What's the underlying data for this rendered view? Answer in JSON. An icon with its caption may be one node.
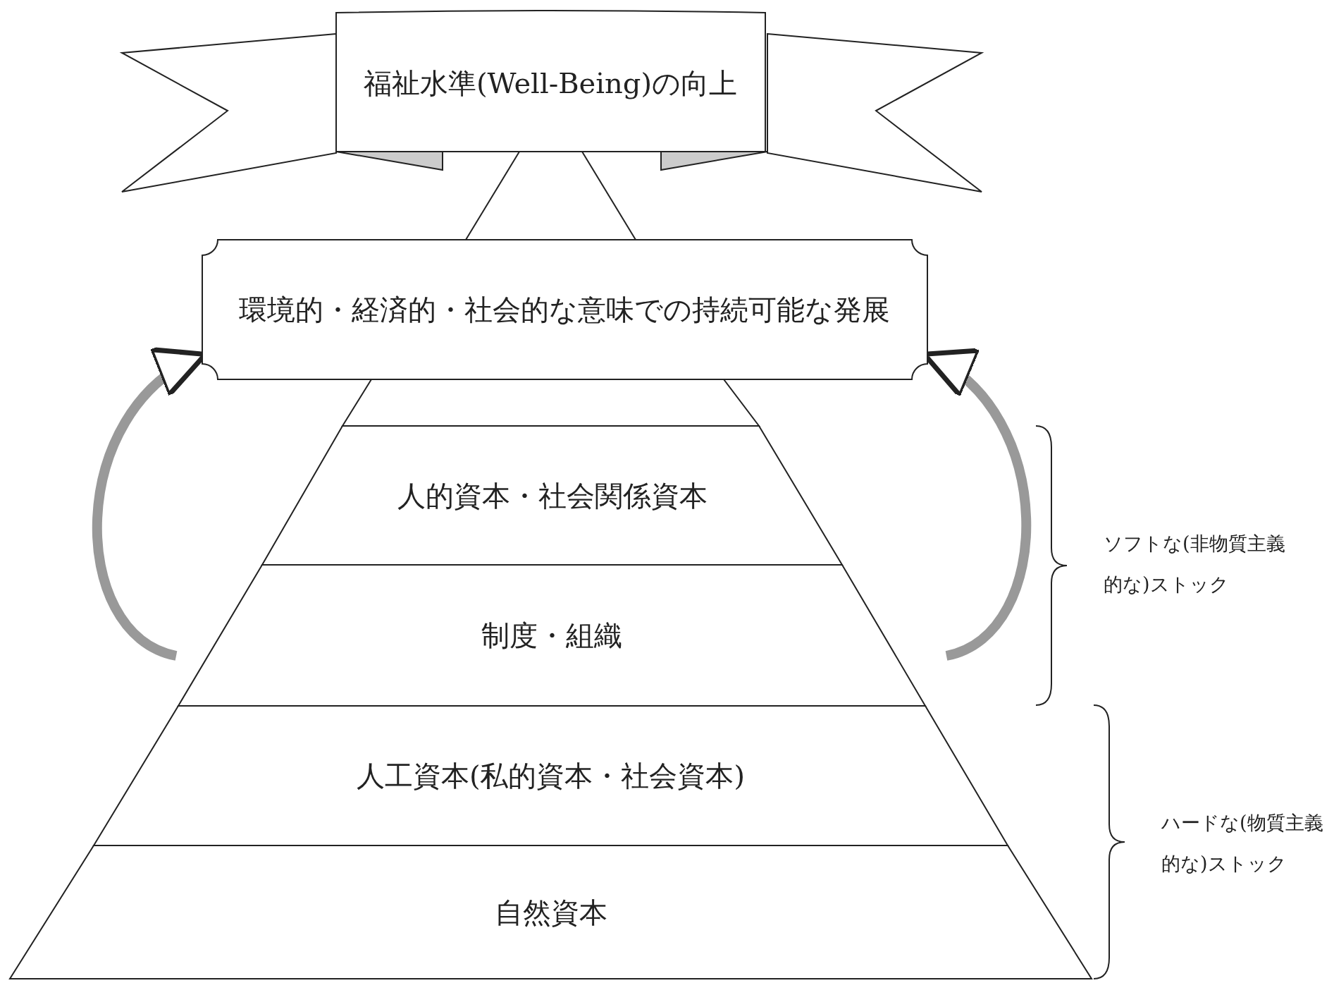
{
  "diagram": {
    "nodes": [
      {
        "text": [
          "福祉水準(Well-Being)の向上"
        ]
      },
      {
        "text": [
          "環境的・経済的・社会的な意味での持続可能な発展"
        ]
      },
      {
        "text": [],
        "shape": "bar"
      },
      {
        "text": [
          "人的資本・社会関係資本"
        ]
      },
      {
        "text": [
          "制度・組織"
        ]
      },
      {
        "text": [
          "人工資本(私的資本・社会資本)"
        ]
      },
      {
        "text": [
          "自然資本"
        ]
      }
    ],
    "edges": [
      {
        "from": 1,
        "to": 0,
        "arrow": "none"
      },
      {
        "from": 1,
        "to": 0,
        "arrow": "none"
      },
      {
        "from": null,
        "to": 1,
        "arrow": "to",
        "style": "thick",
        "color": "#999999"
      },
      {
        "from": null,
        "to": 1,
        "arrow": "to",
        "style": "thick",
        "color": "#999999"
      }
    ],
    "labels": [
      "ソフトな(非物質主義的な)ストック",
      "ハードな(物質主義的な)ストック"
    ]
  }
}
